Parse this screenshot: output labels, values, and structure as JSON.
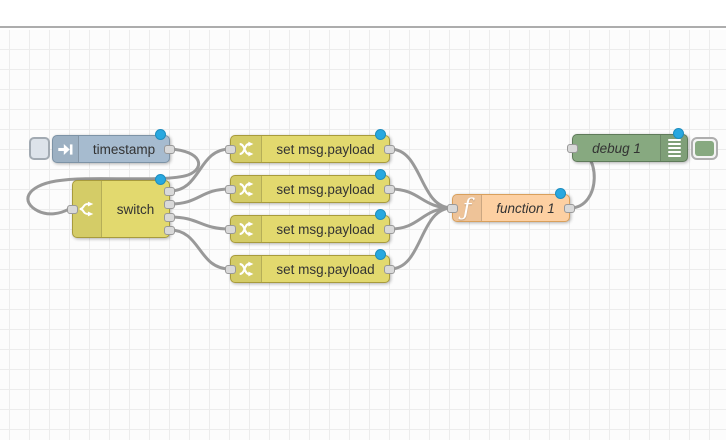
{
  "app": "Node-RED flow editor",
  "colors": {
    "inject_fill": "#a6bbcf",
    "switch_fill": "#e2d96e",
    "change_fill": "#e2d96e",
    "function_fill": "#fdd0a2",
    "debug_fill": "#87a980",
    "wire": "#999999",
    "port_fill": "#d9d9d9",
    "changed_dot": "#28a8e0",
    "grid_line": "#ececec"
  },
  "nodes": {
    "inject": {
      "label": "timestamp",
      "type": "inject",
      "changed": true
    },
    "switch": {
      "label": "switch",
      "type": "switch",
      "outputs": 4,
      "changed": true
    },
    "change1": {
      "label": "set msg.payload",
      "type": "change",
      "changed": true
    },
    "change2": {
      "label": "set msg.payload",
      "type": "change",
      "changed": true
    },
    "change3": {
      "label": "set msg.payload",
      "type": "change",
      "changed": true
    },
    "change4": {
      "label": "set msg.payload",
      "type": "change",
      "changed": true
    },
    "function1": {
      "label": "function 1",
      "type": "function",
      "changed": true
    },
    "debug1": {
      "label": "debug 1",
      "type": "debug",
      "enabled": true,
      "changed": true
    }
  },
  "connections": [
    {
      "from": "timestamp",
      "to": "switch"
    },
    {
      "from": "switch:1",
      "to": "change1"
    },
    {
      "from": "switch:2",
      "to": "change2"
    },
    {
      "from": "switch:3",
      "to": "change3"
    },
    {
      "from": "switch:4",
      "to": "change4"
    },
    {
      "from": "change1",
      "to": "function 1"
    },
    {
      "from": "change2",
      "to": "function 1"
    },
    {
      "from": "change3",
      "to": "function 1"
    },
    {
      "from": "change4",
      "to": "function 1"
    },
    {
      "from": "function 1",
      "to": "debug 1"
    }
  ]
}
